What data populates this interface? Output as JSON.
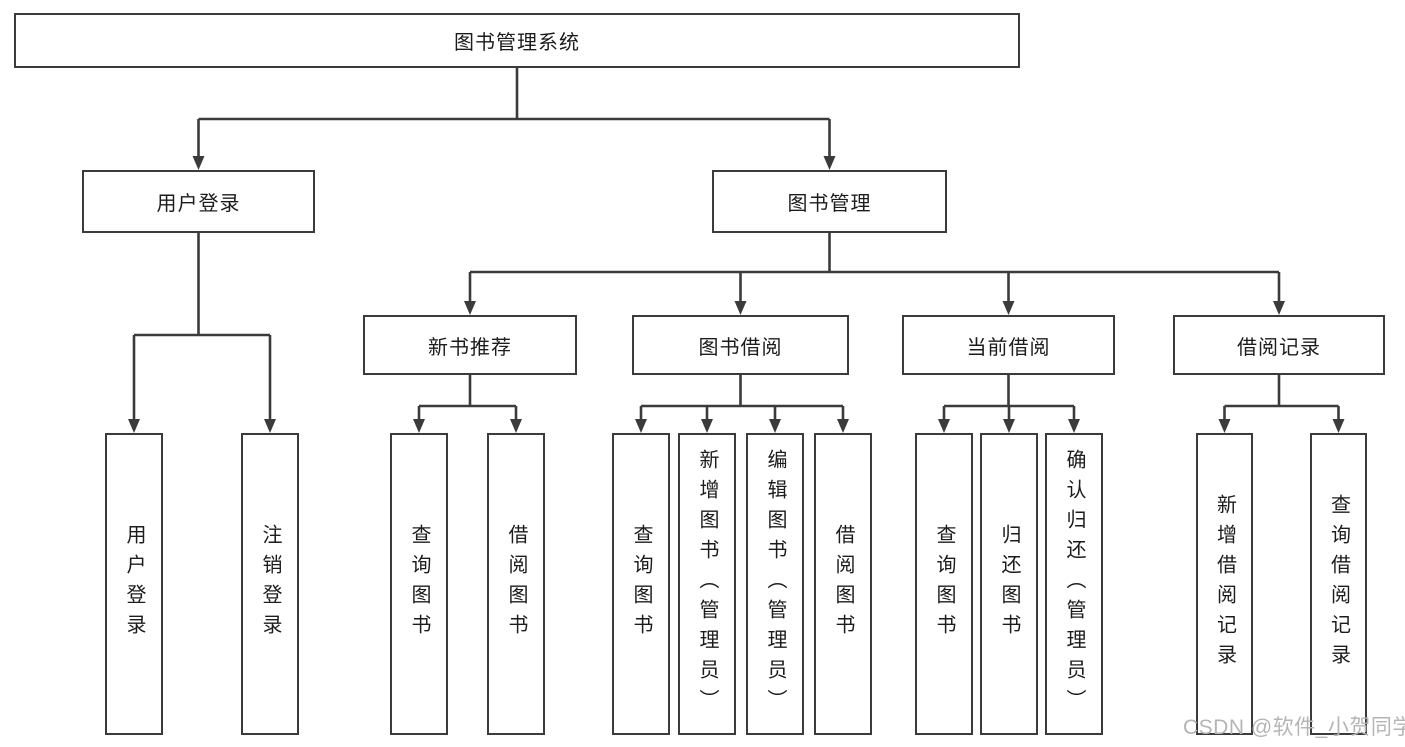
{
  "tree": {
    "root": "图书管理系统",
    "branches": [
      {
        "label": "用户登录",
        "children": [
          "用户登录",
          "注销登录"
        ]
      },
      {
        "label": "图书管理",
        "groups": [
          {
            "label": "新书推荐",
            "children": [
              "查询图书",
              "借阅图书"
            ]
          },
          {
            "label": "图书借阅",
            "children": [
              "查询图书",
              "新增图书（管理员）",
              "编辑图书（管理员）",
              "借阅图书"
            ]
          },
          {
            "label": "当前借阅",
            "children": [
              "查询图书",
              "归还图书",
              "确认归还（管理员）"
            ]
          },
          {
            "label": "借阅记录",
            "children": [
              "新增借阅记录",
              "查询借阅记录"
            ]
          }
        ]
      }
    ]
  },
  "watermark": {
    "text": "CSDN @软件_小贺同学"
  },
  "colors": {
    "line": "#3b3b3b",
    "text": "#1c1c1c",
    "bg": "#ffffff",
    "watermark": "#b5b5b5"
  }
}
